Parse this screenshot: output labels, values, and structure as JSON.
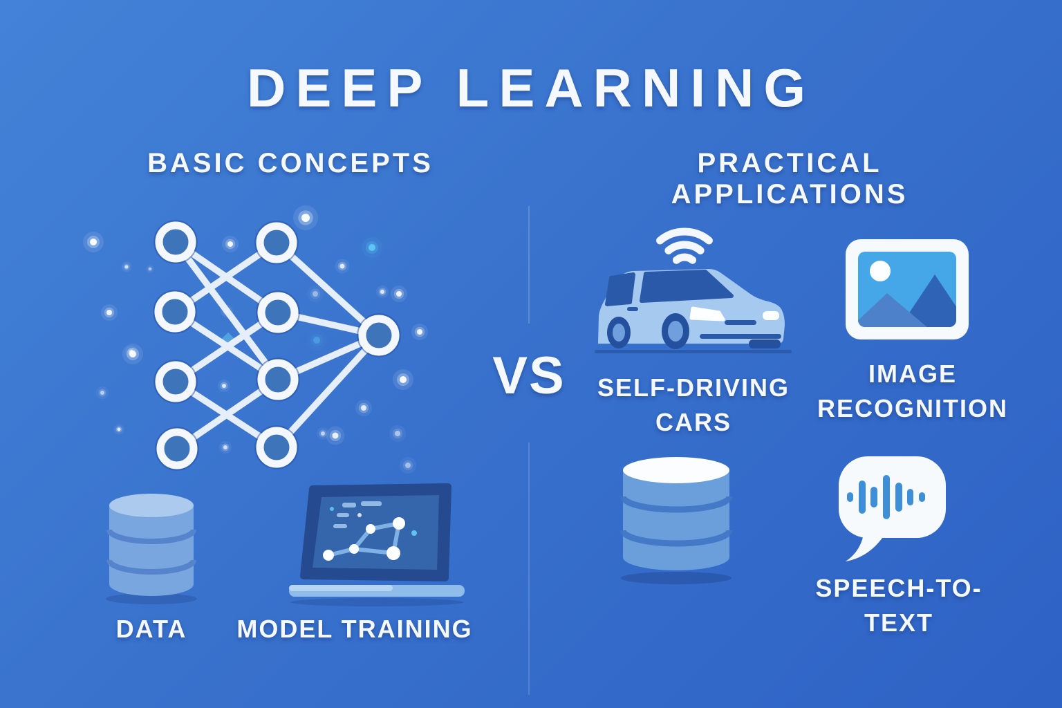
{
  "title": "DEEP LEARNING",
  "divider": {
    "label": "VS"
  },
  "left_section": {
    "heading": "BASIC CONCEPTS",
    "illustration": "neural-network-diagram",
    "items": [
      {
        "id": "data",
        "icon": "database-icon",
        "label": "DATA"
      },
      {
        "id": "model-training",
        "icon": "laptop-training-chart-icon",
        "label": "MODEL TRAINING"
      }
    ]
  },
  "right_section": {
    "heading": "PRACTICAL APPLICATIONS",
    "items": [
      {
        "id": "self-driving-cars",
        "icon": "self-driving-car-icon",
        "label": "SELF-DRIVING\nCARS"
      },
      {
        "id": "image-recognition",
        "icon": "image-recognition-icon",
        "label": "IMAGE\nRECOGNITION"
      },
      {
        "id": "training-data",
        "icon": "database-icon",
        "label": ""
      },
      {
        "id": "speech-to-text",
        "icon": "speech-bubble-waveform-icon",
        "label": "SPEECH-TO-\nTEXT"
      }
    ]
  },
  "colors": {
    "background_top": "#3f7ed5",
    "background_bottom": "#2d60c4",
    "text": "#f5f9fd",
    "icon_light_blue": "#a6c9f0",
    "icon_mid_blue": "#6b9fdc",
    "icon_dark_blue": "#2b59aa",
    "node_fill": "#3d74ba",
    "sky_blue": "#45a7e8",
    "waveform_blue": "#3e8ed8",
    "sparkle_cyan": "#5ecdf6"
  }
}
